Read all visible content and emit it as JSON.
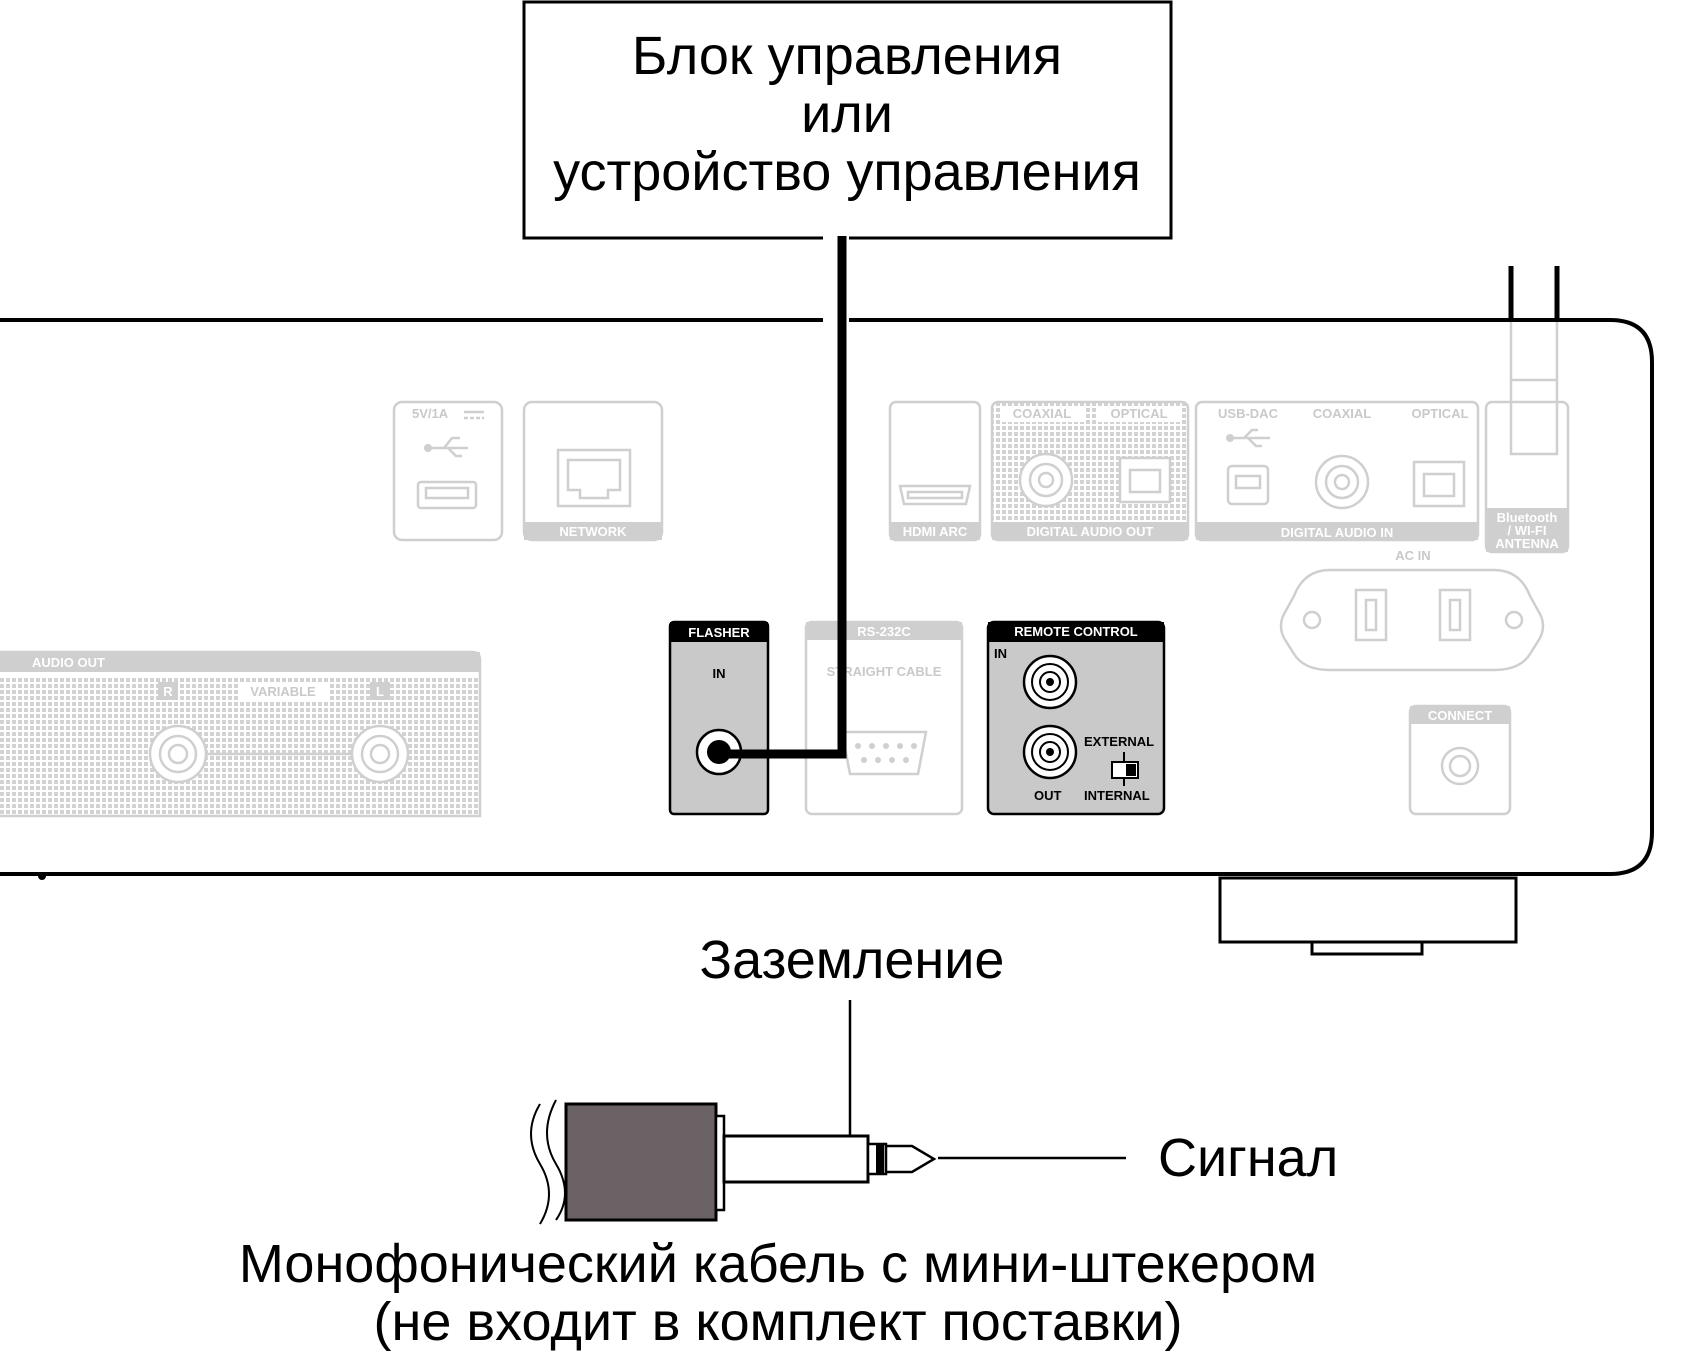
{
  "control_box": {
    "line1": "Блок управления",
    "line2": "или",
    "line3": "устройство управления"
  },
  "panel": {
    "usb_rating": "5V/1A",
    "network": "NETWORK",
    "hdmi": "HDMI ARC",
    "digital_out": {
      "title": "DIGITAL AUDIO OUT",
      "coaxial": "COAXIAL",
      "optical": "OPTICAL"
    },
    "digital_in": {
      "title": "DIGITAL AUDIO IN",
      "usb_dac": "USB-DAC",
      "coaxial": "COAXIAL",
      "optical": "OPTICAL"
    },
    "antenna": [
      "Bluetooth",
      "/ WI-FI",
      "ANTENNA"
    ],
    "ac_in": "AC IN",
    "audio_out": {
      "title": "AUDIO OUT",
      "r": "R",
      "variable": "VARIABLE",
      "l": "L"
    },
    "flasher": {
      "title": "FLASHER",
      "in": "IN"
    },
    "rs232c": {
      "title": "RS-232C",
      "sub": "STRAIGHT CABLE"
    },
    "remote_control": {
      "title": "REMOTE CONTROL",
      "in": "IN",
      "out": "OUT",
      "external": "EXTERNAL",
      "internal": "INTERNAL"
    },
    "connect": "CONNECT"
  },
  "callouts": {
    "ground": "Заземление",
    "signal": "Сигнал",
    "cable_line1": "Монофонический кабель с мини-штекером",
    "cable_line2": "(не входит в комплект поставки)"
  }
}
